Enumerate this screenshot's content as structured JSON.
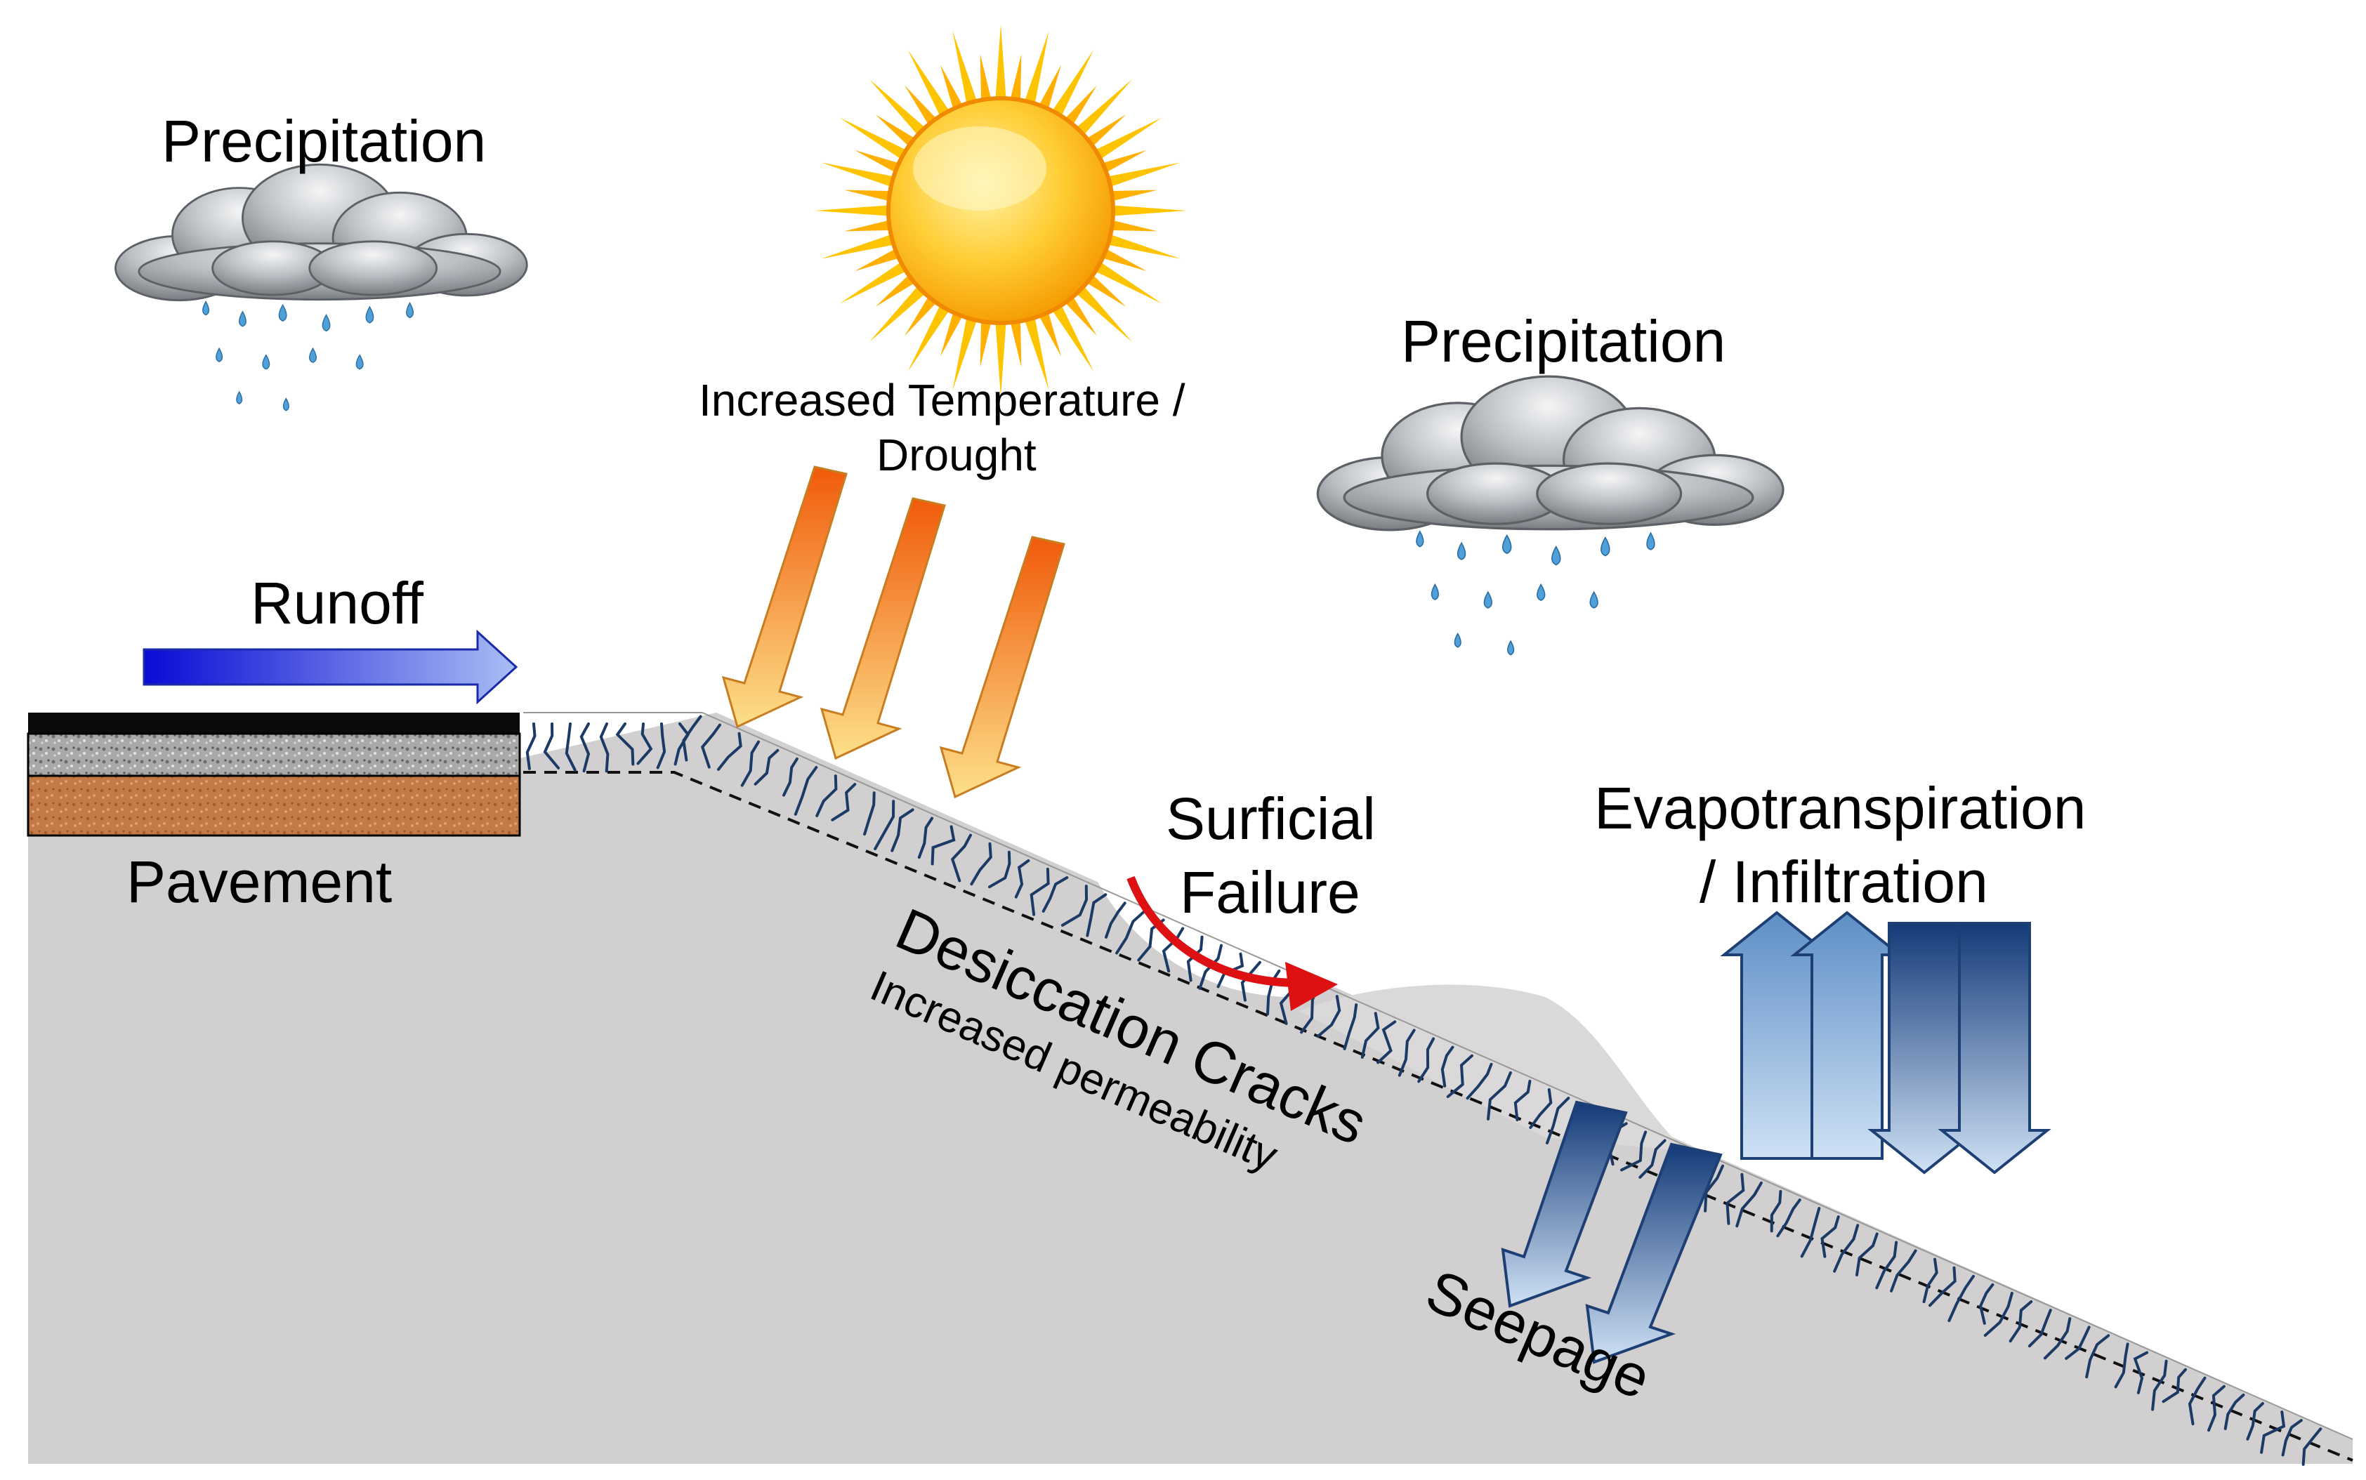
{
  "labels": {
    "precipitation_left": "Precipitation",
    "precipitation_right": "Precipitation",
    "temperature_line1": "Increased Temperature /",
    "temperature_line2": "Drought",
    "runoff": "Runoff",
    "pavement": "Pavement",
    "surficial_line1": "Surficial",
    "surficial_line2": "Failure",
    "evapo_line1": "Evapotranspiration",
    "evapo_line2": "/ Infiltration",
    "desiccation": "Desiccation Cracks",
    "permeability": "Increased permeability",
    "seepage": "Seepage"
  },
  "colors": {
    "ground": "#d1cfcf",
    "pavement_top": "#0a0a0a",
    "pavement_gravel": "#a8a8a8",
    "pavement_soil": "#c47a45",
    "crack": "#1b3a66",
    "runoff_dark": "#0a0ad6",
    "runoff_light": "#9fb3f3",
    "heat_dark": "#f05a0a",
    "heat_light": "#fde08a",
    "water_dark": "#133a78",
    "water_light": "#cfe1f5",
    "failure_arrow": "#dd1111",
    "sun_core": "#ffb000",
    "sun_ray": "#ffc400",
    "cloud": "#8e9398",
    "rain": "#3f96d1"
  },
  "icons": {
    "cloud_left": "rain-cloud-icon",
    "cloud_right": "rain-cloud-icon",
    "sun": "sun-icon"
  }
}
